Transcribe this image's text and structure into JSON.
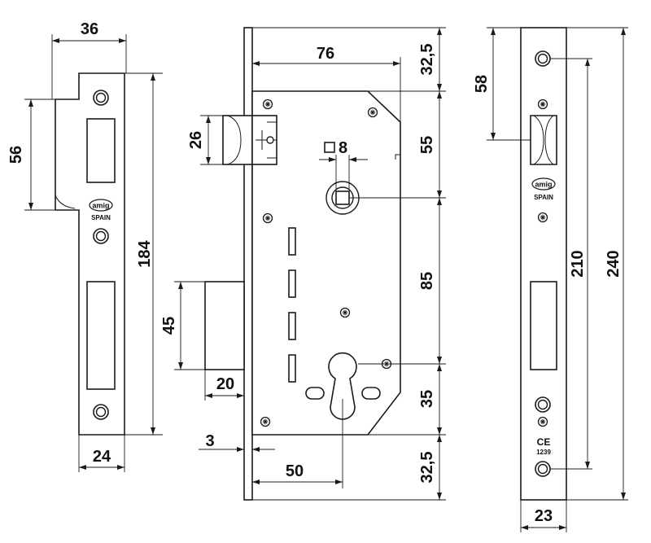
{
  "drawing": {
    "type": "technical-drawing",
    "subject": "mortise lock with strike plate and faceplate",
    "colors": {
      "line": "#1a1a1a",
      "background": "#ffffff"
    }
  },
  "strike_plate": {
    "dims": {
      "width_top": "36",
      "opening": "56",
      "height": "184",
      "width_bottom": "24"
    },
    "brand": "amig",
    "origin": "SPAIN"
  },
  "lock_body": {
    "dims": {
      "depth": "76",
      "latch": "26",
      "spindle": "8",
      "bolt": "45",
      "bolt_throw": "20",
      "face_thickness": "3",
      "backset": "50"
    }
  },
  "vertical_dims": {
    "top": "32,5",
    "upper": "55",
    "middle": "85",
    "lower": "35",
    "bottom": "32,5"
  },
  "faceplate": {
    "dims": {
      "latch_offset": "58",
      "hole_spacing": "210",
      "height": "240",
      "width": "23"
    },
    "brand": "amig",
    "origin": "SPAIN",
    "mark": "CE",
    "code": "1239"
  }
}
